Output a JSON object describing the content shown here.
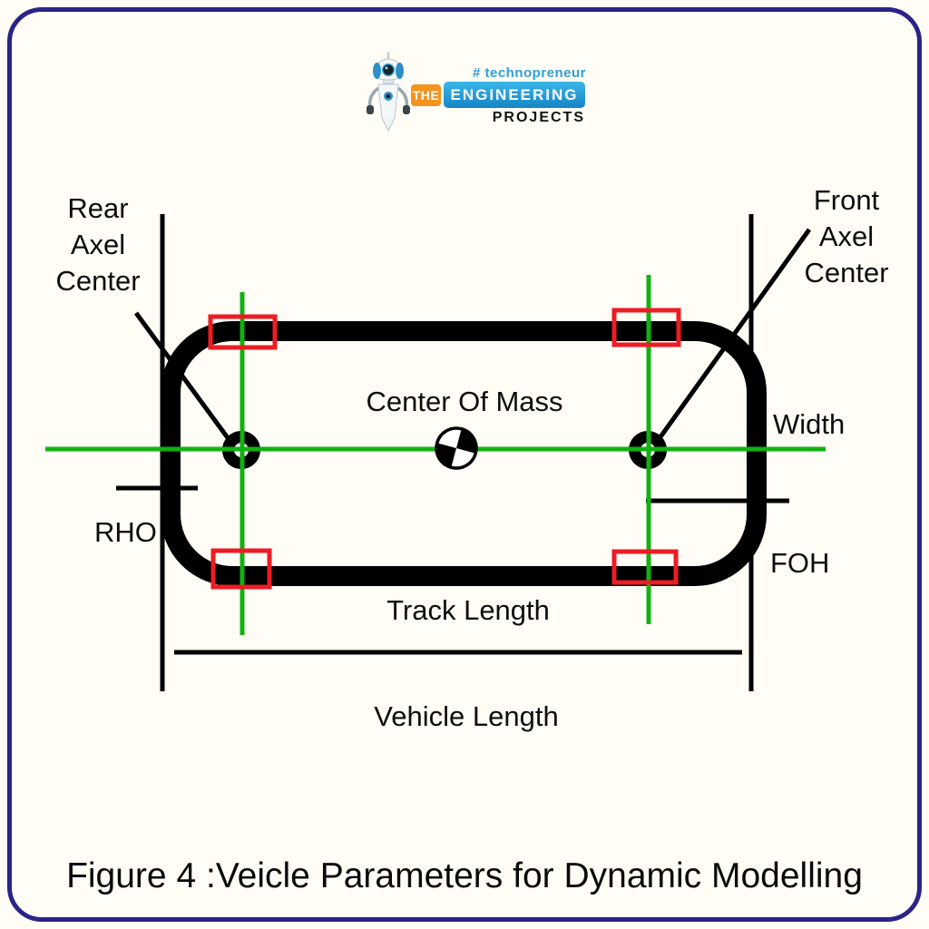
{
  "page": {
    "background": "#fffdf5",
    "border": "#2b2487"
  },
  "logo": {
    "hashtag": "# technopreneur",
    "badge_the": "THE",
    "badge_engineering": "ENGINEERING",
    "projects": "PROJECTS",
    "colors": {
      "orange": "#f6921e",
      "blue_light": "#3ab6e8",
      "blue_dark": "#1585c6",
      "hashtag_blue": "#2d9fd9"
    }
  },
  "diagram": {
    "rear_axle": [
      "Rear",
      "Axel",
      "Center"
    ],
    "front_axle": [
      "Front",
      "Axel",
      "Center"
    ],
    "center_of_mass": "Center Of Mass",
    "width": "Width",
    "rho": "RHO",
    "foh": "FOH",
    "track_length": "Track Length",
    "vehicle_length": "Vehicle Length",
    "colors": {
      "green": "#12b112",
      "red": "#ed1c24"
    }
  },
  "caption": "Figure 4 :Veicle Parameters for Dynamic Modelling"
}
